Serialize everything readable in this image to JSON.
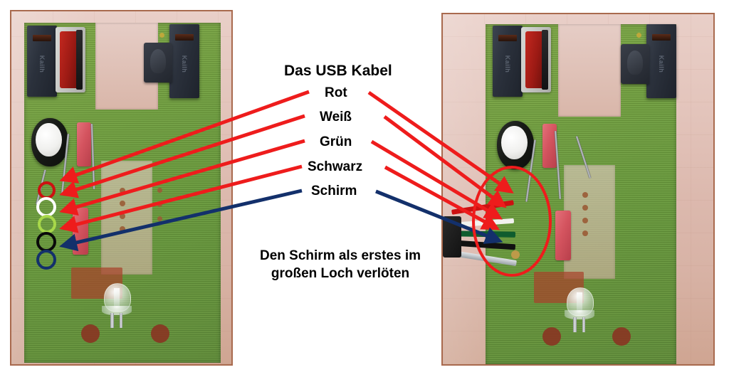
{
  "slide": {
    "language": "de",
    "heading": "Das USB Kabel",
    "note_line1": "Den Schirm als erstes im",
    "note_line2": "großen Loch verlöten",
    "background_color": "#ffffff"
  },
  "wire_labels": [
    {
      "label": "Rot",
      "color_hex": "#cc1111",
      "ring_color": "#cc1111",
      "arrow_color": "#ee1c1c"
    },
    {
      "label": "Weiß",
      "color_hex": "#ffffff",
      "ring_color": "#ffffff",
      "arrow_color": "#ee1c1c"
    },
    {
      "label": "Grün",
      "color_hex": "#a8d84a",
      "ring_color": "#a8d84a",
      "arrow_color": "#ee1c1c"
    },
    {
      "label": "Schwarz",
      "color_hex": "#000000",
      "ring_color": "#0a0a0a",
      "arrow_color": "#ee1c1c"
    },
    {
      "label": "Schirm",
      "color_hex": "#13306b",
      "ring_color": "#13306b",
      "arrow_color": "#13306b"
    }
  ],
  "photos": {
    "left": {
      "name": "leere-platine-mit-markierten-loetpunkten",
      "board_color": "#5f9327",
      "components": {
        "switch_left_brand": "Kailh",
        "switch_right_brand": "Kailh",
        "encoder_color": "#9c1a14",
        "capacitor": "elko",
        "resistor_color": "#d4545f",
        "led": "klare-led"
      }
    },
    "right": {
      "name": "platine-mit-eingeloetetem-usb-kabel",
      "board_color": "#5f9327",
      "components": {
        "switch_left_brand": "Kailh",
        "switch_right_brand": "Kailh",
        "encoder_color": "#9c1a14",
        "capacitor": "elko",
        "resistor_color": "#d4545f",
        "led": "klare-led"
      },
      "soldered_wires": [
        {
          "label": "Rot",
          "color_hex": "#cc1111"
        },
        {
          "label": "Weiß",
          "color_hex": "#f2f2ef"
        },
        {
          "label": "Grün",
          "color_hex": "#0f5c2e"
        },
        {
          "label": "Schwarz",
          "color_hex": "#111111"
        },
        {
          "label": "Schirm",
          "color_hex": "#b9bec2"
        }
      ],
      "highlight_ellipse_color": "#ee1c1c"
    }
  }
}
